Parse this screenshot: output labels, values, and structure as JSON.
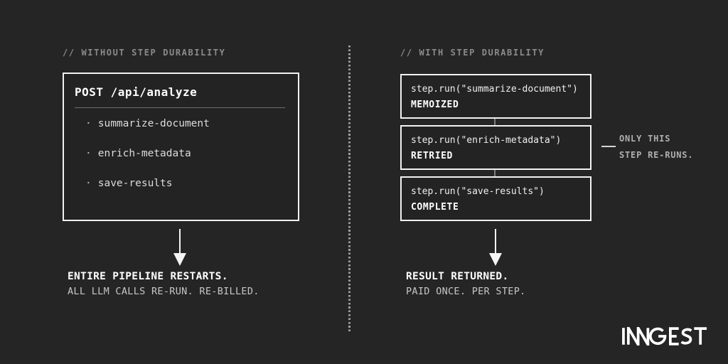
{
  "left": {
    "header": "// WITHOUT STEP DURABILITY",
    "box": {
      "title": "POST /api/analyze",
      "bullet": "·",
      "items": [
        {
          "label": "summarize-document"
        },
        {
          "label": "enrich-metadata"
        },
        {
          "label": "save-results"
        }
      ]
    },
    "caption": {
      "line1": "ENTIRE PIPELINE RESTARTS.",
      "line2": "ALL LLM CALLS RE-RUN. RE-BILLED."
    }
  },
  "right": {
    "header": "// WITH STEP DURABILITY",
    "steps": [
      {
        "code": "step.run(\"summarize-document\")",
        "status": "MEMOIZED"
      },
      {
        "code": "step.run(\"enrich-metadata\")",
        "status": "RETRIED"
      },
      {
        "code": "step.run(\"save-results\")",
        "status": "COMPLETE"
      }
    ],
    "annotation": {
      "line1": "ONLY THIS",
      "line2": "STEP RE-RUNS."
    },
    "caption": {
      "line1": "RESULT RETURNED.",
      "line2": "PAID ONCE. PER STEP."
    }
  },
  "branding": {
    "logo_text": "INNGEST"
  },
  "colors": {
    "background": "#252525",
    "panel_fill": "#232323",
    "border": "#f2f2f2",
    "text_primary": "#ffffff",
    "text_secondary": "#c6c6c6",
    "text_muted": "#8b8b8b",
    "divider_dots": "#9e9e9e"
  }
}
